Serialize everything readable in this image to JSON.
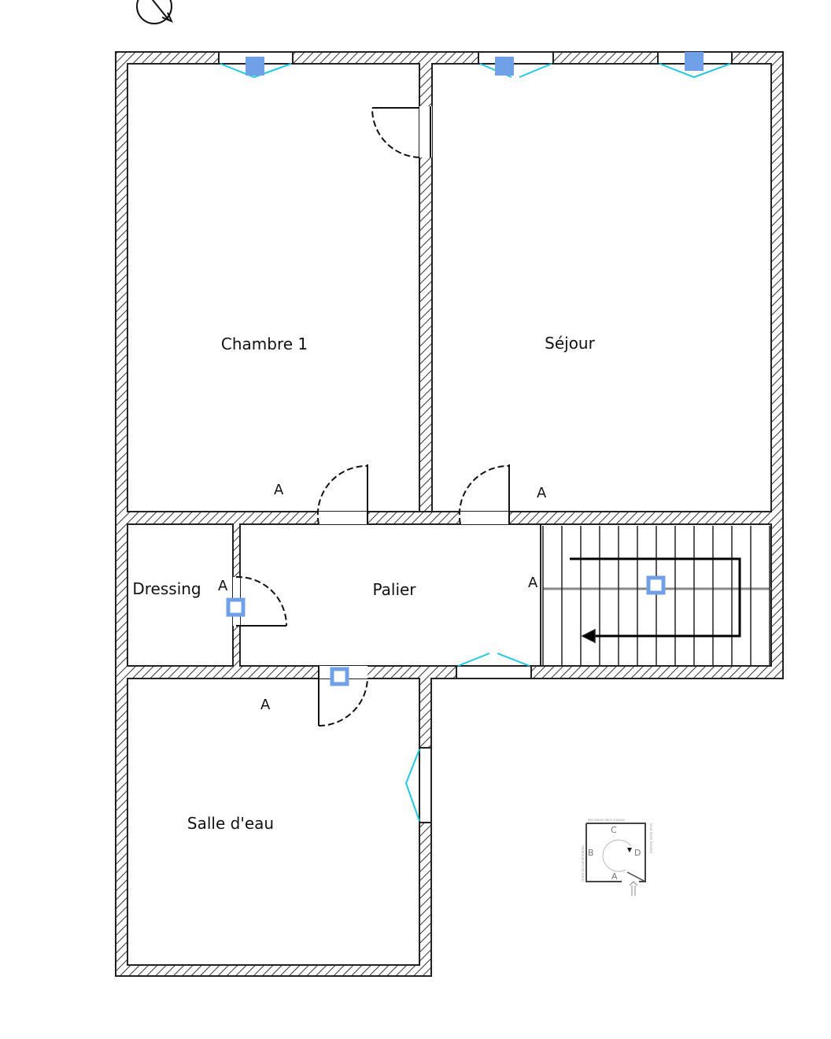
{
  "rooms": {
    "chambre": "Chambre 1",
    "sejour": "Séjour",
    "dressing": "Dressing",
    "palier": "Palier",
    "salle_eau": "Salle d'eau"
  },
  "zone_marker": "A",
  "legend": {
    "zones": [
      "A",
      "B",
      "C",
      "D"
    ],
    "top_text": "des zones dans chaque",
    "left_text": "Ordre de numérotation",
    "right_text": "local (sens horaire)"
  },
  "colors": {
    "wall": "#222222",
    "window": "#1ec8e8",
    "equipment": "#6fa0e8"
  }
}
